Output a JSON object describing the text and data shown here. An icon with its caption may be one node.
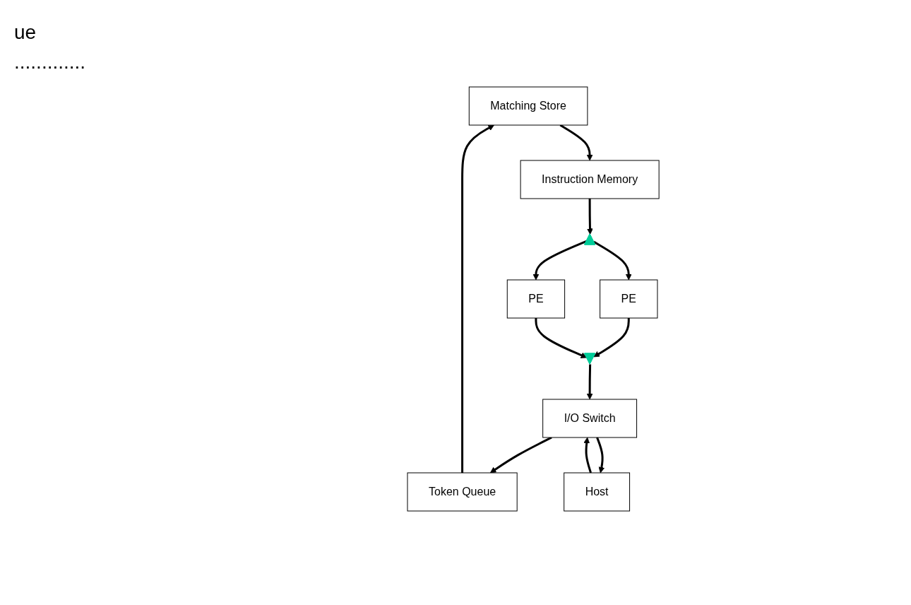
{
  "diagram": {
    "nodes": [
      {
        "text": [
          "Matching Store"
        ]
      },
      {
        "text": [
          "Instruction Memory"
        ]
      },
      {
        "text": [],
        "shape": "triangle"
      },
      {
        "text": [
          "PE"
        ]
      },
      {
        "text": [
          "PE"
        ]
      },
      {
        "text": [],
        "shape": "triangle"
      },
      {
        "text": [
          "I/O Switch"
        ]
      },
      {
        "text": [
          "Token Queue"
        ]
      },
      {
        "text": [
          "Host"
        ]
      }
    ],
    "edges": [
      {
        "from": 7,
        "to": 0,
        "arrow": "to"
      },
      {
        "from": 0,
        "to": 1,
        "arrow": "to"
      },
      {
        "from": 1,
        "to": 2,
        "arrow": "to"
      },
      {
        "from": 2,
        "to": 3,
        "arrow": "to"
      },
      {
        "from": 2,
        "to": 4,
        "arrow": "to"
      },
      {
        "from": 3,
        "to": 5,
        "arrow": "to"
      },
      {
        "from": 4,
        "to": 5,
        "arrow": "to"
      },
      {
        "from": 5,
        "to": 6,
        "arrow": "to"
      },
      {
        "from": 6,
        "to": 7,
        "arrow": "to"
      },
      {
        "from": 6,
        "to": 8,
        "arrow": "to"
      },
      {
        "from": 8,
        "to": 6,
        "arrow": "to"
      }
    ],
    "labels": [
      "ue",
      "............."
    ]
  }
}
